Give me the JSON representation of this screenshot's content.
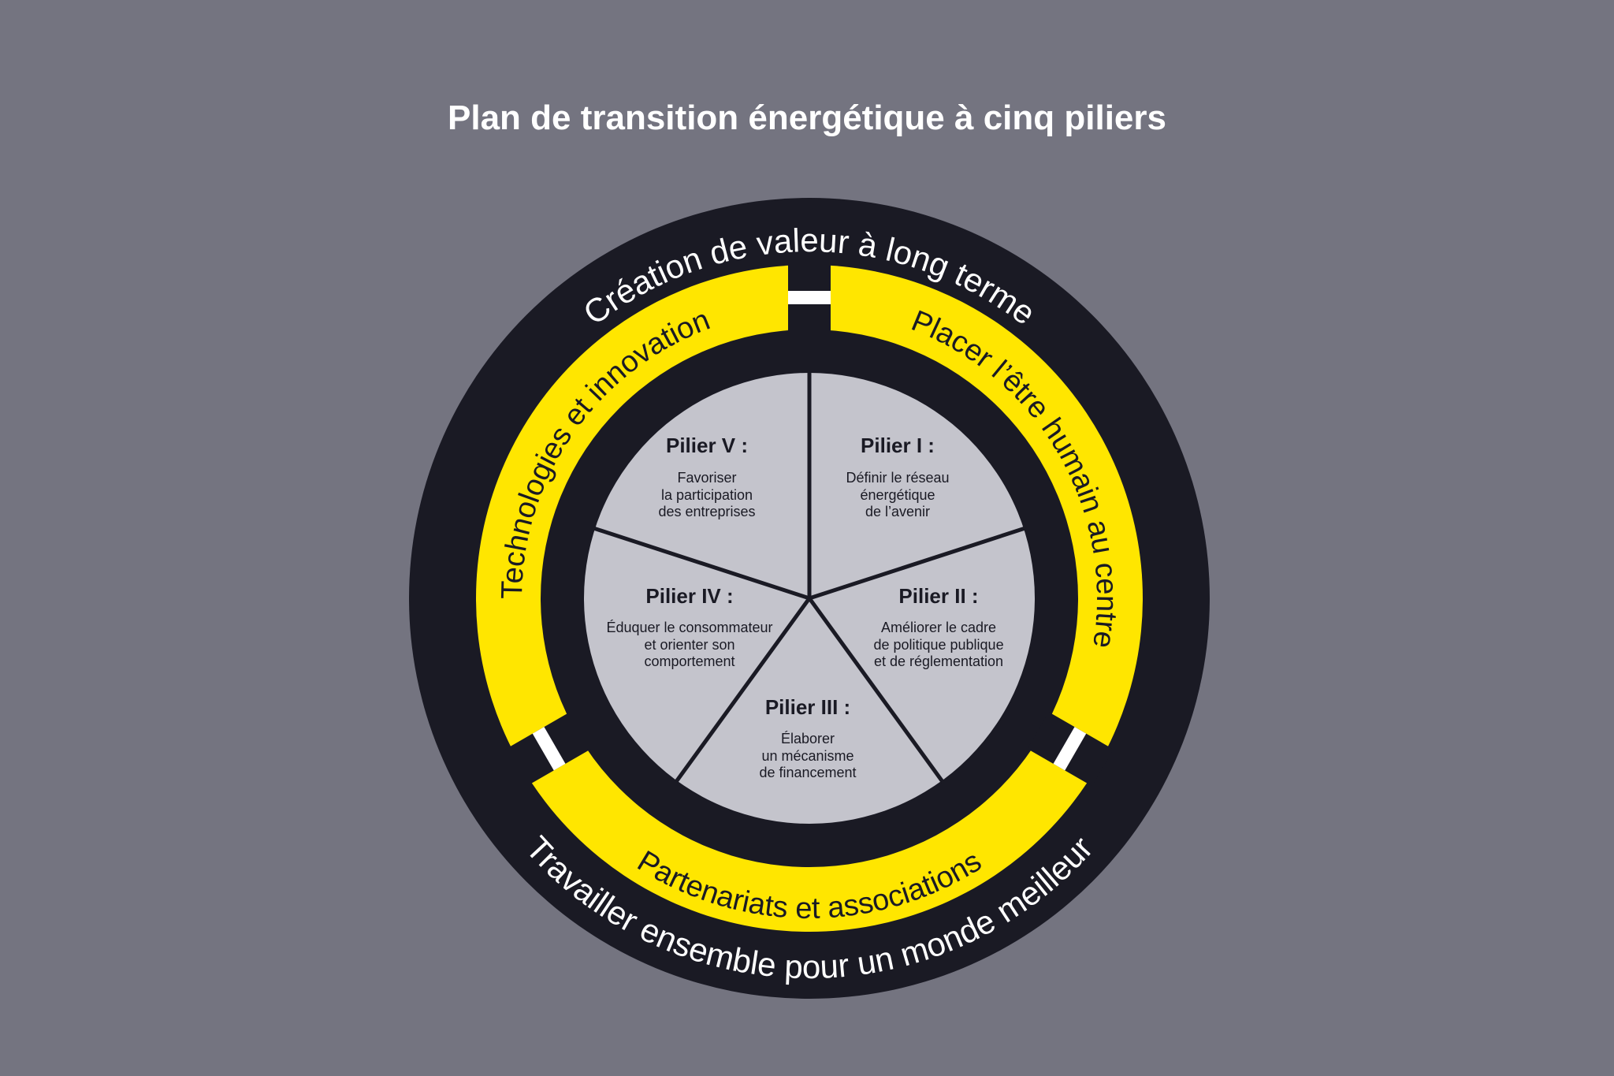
{
  "title": "Plan de transition énergétique à cinq piliers",
  "outer_ring": {
    "top": "Création de valeur à long terme",
    "bottom": "Travailler ensemble pour un monde meilleur"
  },
  "middle_ring": {
    "left": "Technologies et innovation",
    "right": "Placer l’être humain au centre",
    "bottom": "Partenariats et associations"
  },
  "pillars": [
    {
      "title": "Pilier I :",
      "lines": [
        "Définir le réseau",
        "énergétique",
        "de l’avenir"
      ]
    },
    {
      "title": "Pilier II  :",
      "lines": [
        "Améliorer le cadre",
        "de politique publique",
        "et de réglementation"
      ]
    },
    {
      "title": "Pilier III :",
      "lines": [
        "Élaborer",
        "un mécanisme",
        "de financement"
      ]
    },
    {
      "title": "Pilier IV :",
      "lines": [
        "Éduquer le consommateur",
        "et orienter son",
        "comportement"
      ]
    },
    {
      "title": "Pilier V :",
      "lines": [
        "Favoriser",
        "la participation",
        "des entreprises"
      ]
    }
  ],
  "colors": {
    "background": "#747480",
    "dark": "#1a1a24",
    "yellow": "#ffe600",
    "pie": "#c4c4cc",
    "gap": "#ffffff"
  }
}
